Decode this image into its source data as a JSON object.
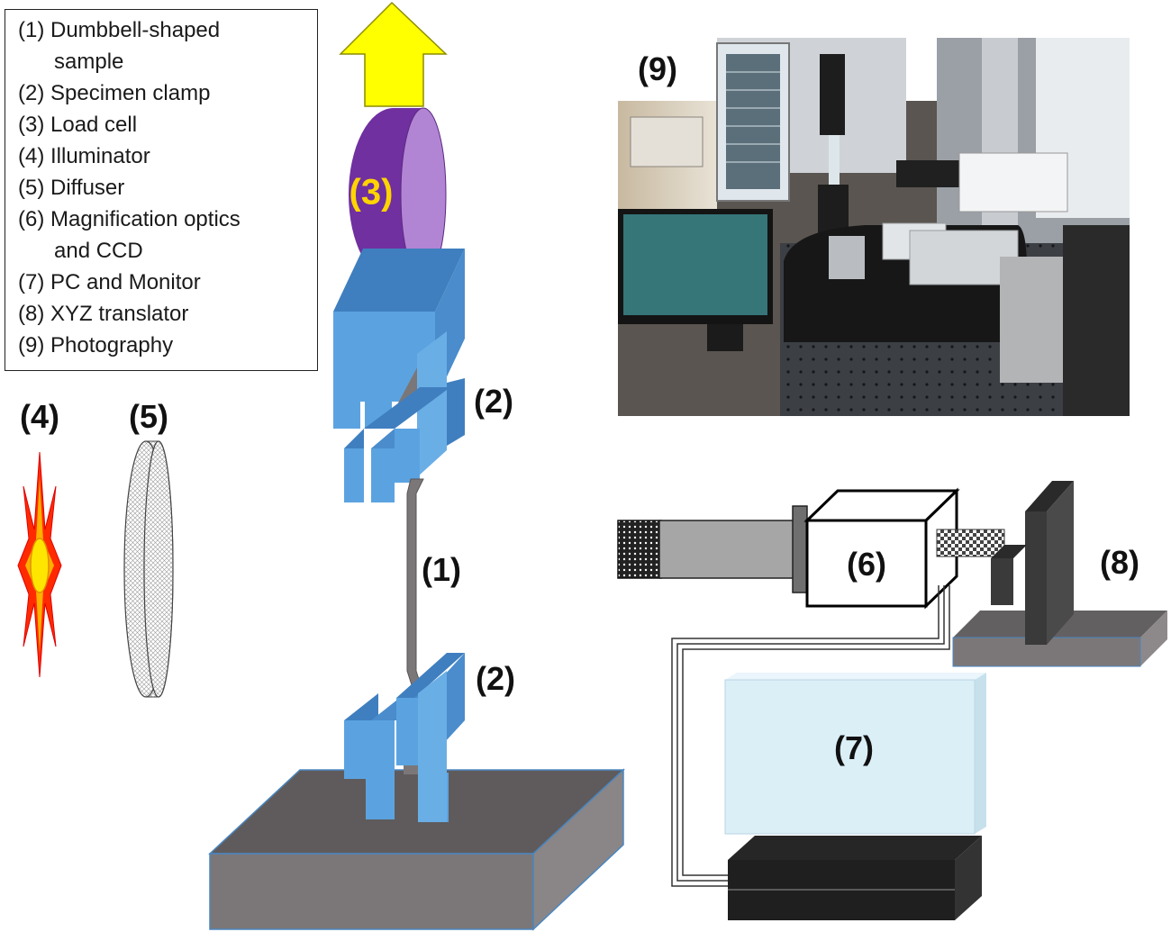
{
  "legend": {
    "items": [
      {
        "lines": [
          "(1) Dumbbell-shaped",
          "sample"
        ]
      },
      {
        "lines": [
          "(2) Specimen clamp"
        ]
      },
      {
        "lines": [
          "(3) Load cell"
        ]
      },
      {
        "lines": [
          "(4) Illuminator"
        ]
      },
      {
        "lines": [
          "(5) Diffuser"
        ]
      },
      {
        "lines": [
          "(6) Magnification optics",
          "and CCD"
        ]
      },
      {
        "lines": [
          "(7) PC and Monitor"
        ]
      },
      {
        "lines": [
          "(8) XYZ translator"
        ]
      },
      {
        "lines": [
          "(9) Photography"
        ]
      }
    ]
  },
  "labels": {
    "sample": "(1)",
    "clamp_upper": "(2)",
    "clamp_lower": "(2)",
    "load_cell": "(3)",
    "illuminator": "(4)",
    "diffuser": "(5)",
    "ccd": "(6)",
    "monitor": "(7)",
    "translator": "(8)",
    "photo": "(9)"
  },
  "colors": {
    "arrow": "#ffff00",
    "load_cell_dark": "#7030a0",
    "load_cell_face": "#b284d4",
    "clamp": "#5ba3e0",
    "clamp_dark": "#3f7fbf",
    "base_top": "#5a5657",
    "base_side": "#7b7778",
    "monitor": "#dbeff7",
    "label_load_cell": "#ffd400"
  }
}
